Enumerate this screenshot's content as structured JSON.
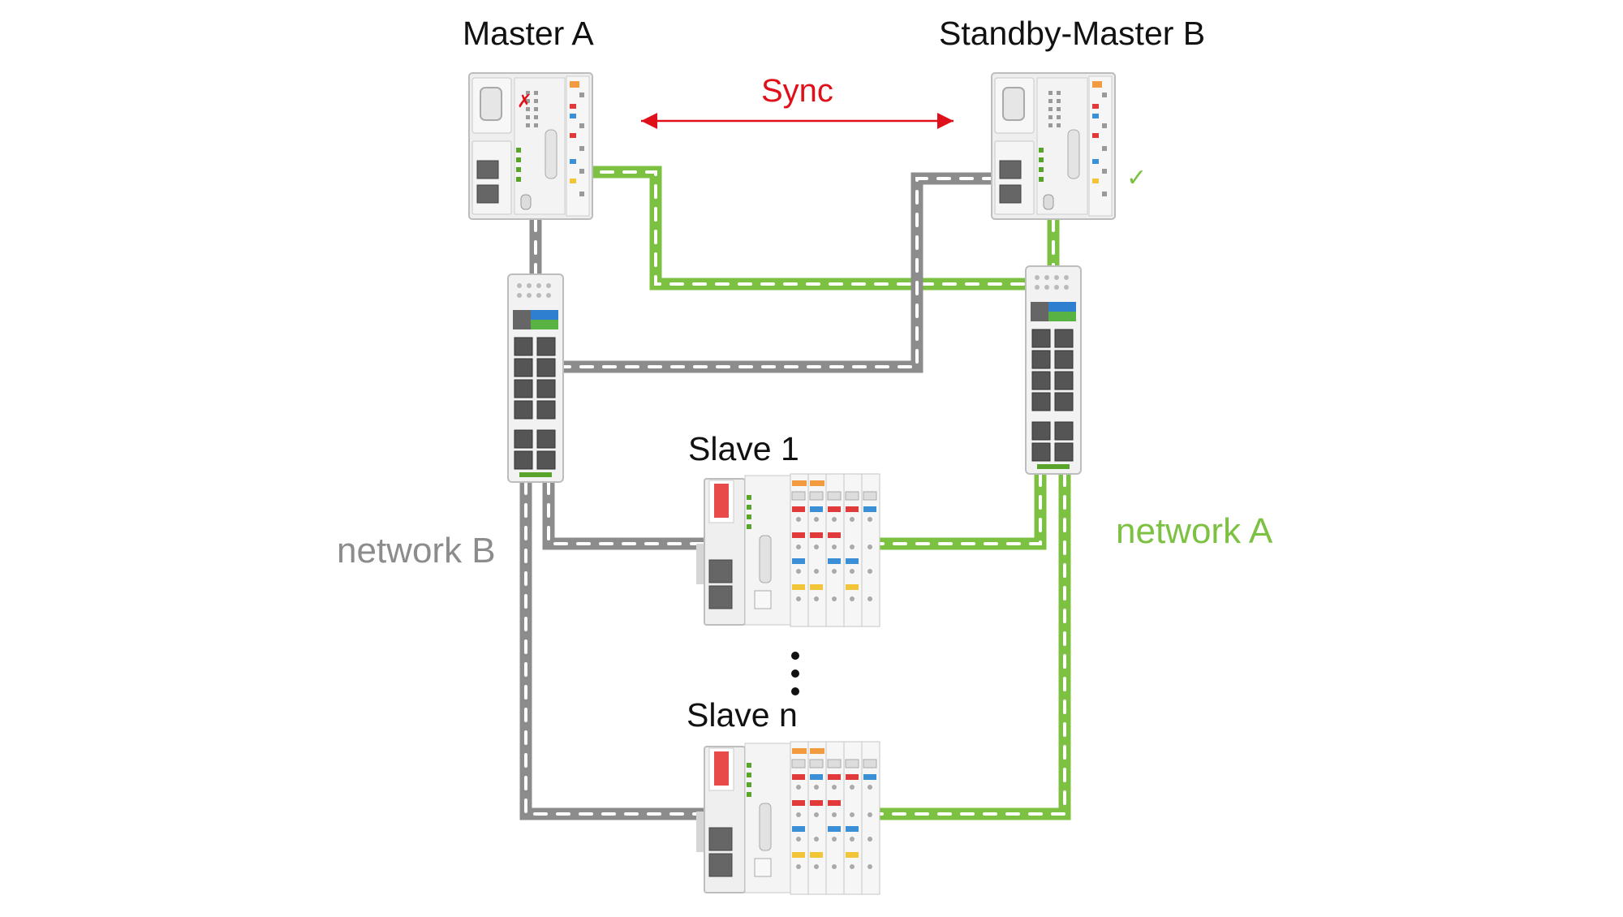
{
  "colors": {
    "network_a": "#7cc142",
    "network_b": "#8c8c8c",
    "sync": "#e0101a",
    "check": "#7cc142",
    "fail_mark": "#e0101a",
    "device_body": "#eeeeee",
    "device_outline": "#bdbdbd",
    "brand_green": "#59a52c"
  },
  "devices": {
    "master_a": {
      "label": "Master A",
      "status_icon": "x-mark-icon"
    },
    "standby_master_b": {
      "label": "Standby-Master B",
      "status_icon": "check-mark-icon",
      "status_symbol": "✓"
    },
    "switch_left": {
      "icon": "ethernet-switch-icon"
    },
    "switch_right": {
      "icon": "ethernet-switch-icon"
    },
    "slave_1": {
      "label": "Slave 1"
    },
    "slave_n": {
      "label": "Slave n"
    }
  },
  "sync": {
    "label": "Sync",
    "icon": "double-arrow-icon"
  },
  "networks": {
    "a": {
      "label": "network A"
    },
    "b": {
      "label": "network B"
    }
  },
  "ellipsis_icon": "vertical-ellipsis-icon"
}
